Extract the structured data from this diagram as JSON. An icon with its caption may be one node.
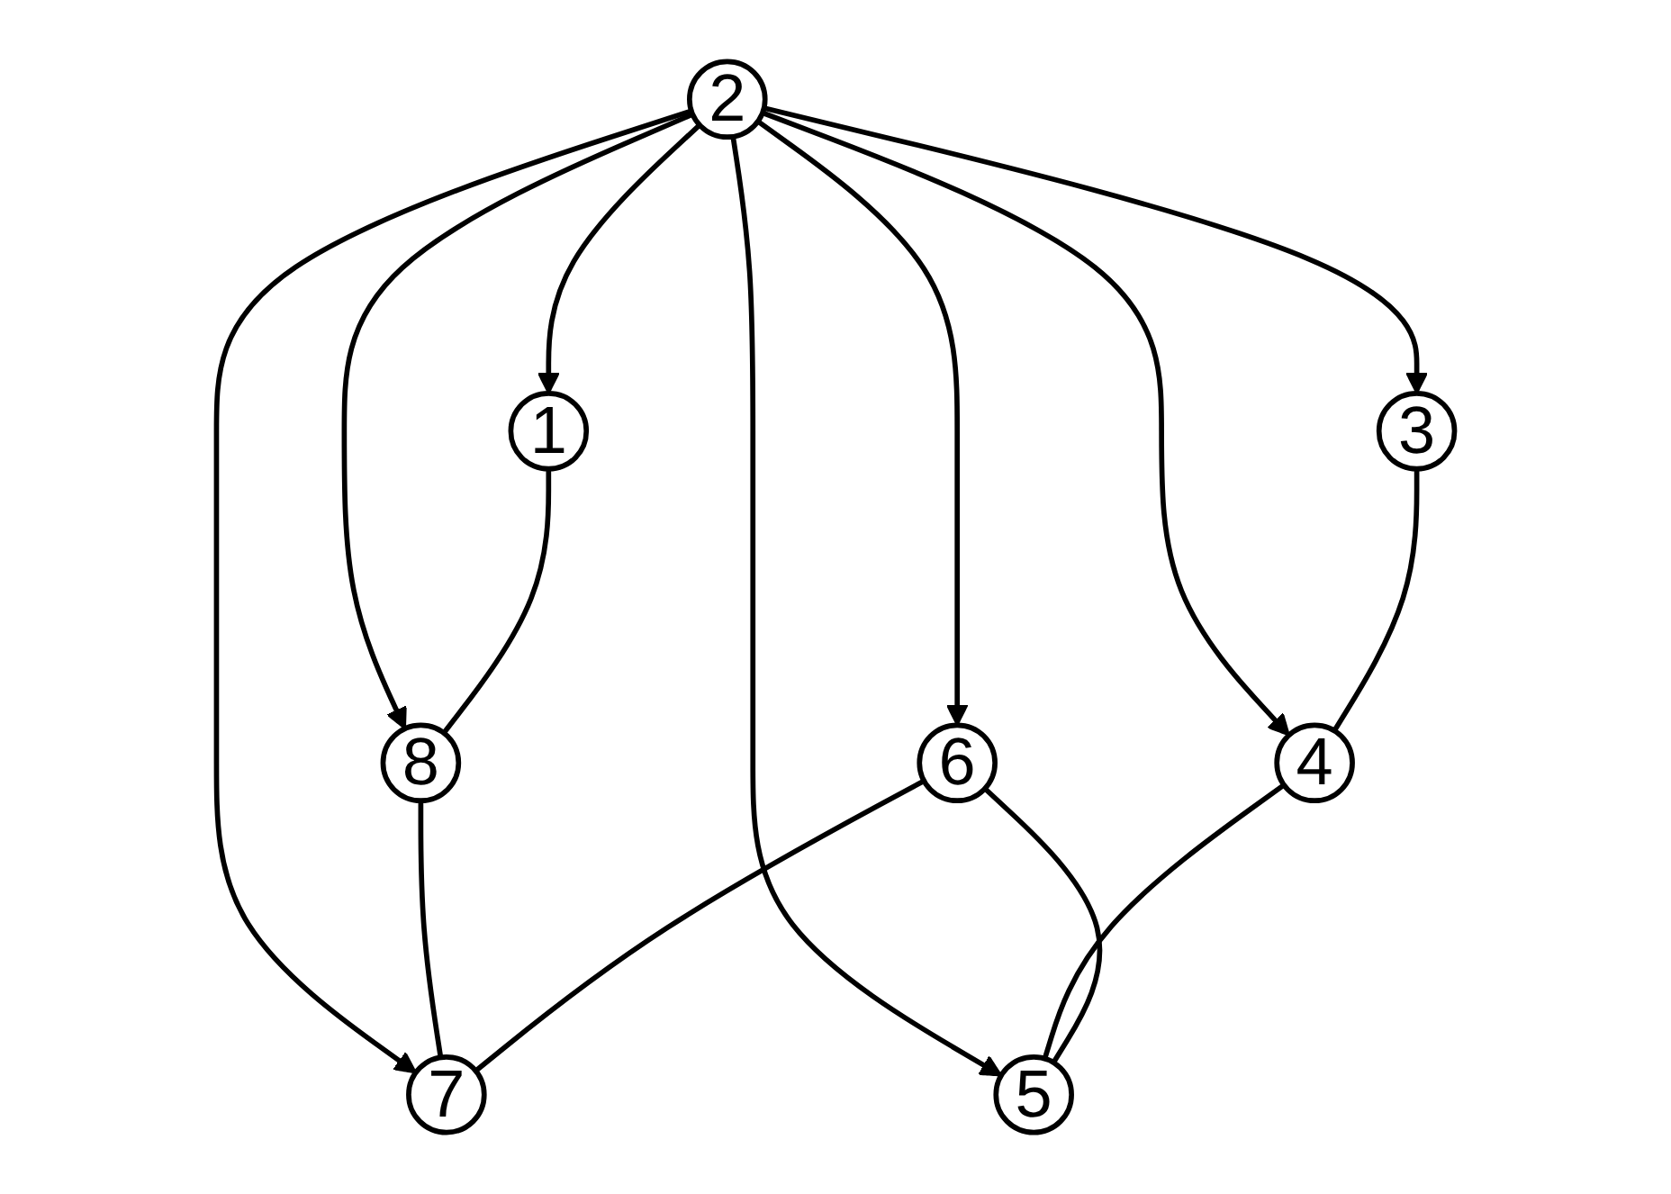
{
  "diagram": {
    "nodes": [
      {
        "text": [
          "1"
        ]
      },
      {
        "text": [
          "2"
        ]
      },
      {
        "text": [
          "3"
        ]
      },
      {
        "text": [
          "8"
        ]
      },
      {
        "text": [
          "4"
        ]
      },
      {
        "text": [
          "7"
        ]
      },
      {
        "text": [
          "6"
        ]
      },
      {
        "text": [
          "5"
        ]
      }
    ],
    "edges": [
      {
        "from": 1,
        "to": 0,
        "arrow": "to"
      },
      {
        "from": 1,
        "to": 2,
        "arrow": "to"
      },
      {
        "from": 1,
        "to": 3,
        "arrow": "to"
      },
      {
        "from": 1,
        "to": 5,
        "arrow": "to"
      },
      {
        "from": 1,
        "to": 6,
        "arrow": "to"
      },
      {
        "from": 1,
        "to": 7,
        "arrow": "to"
      },
      {
        "from": 1,
        "to": 4,
        "arrow": "to"
      },
      {
        "from": 0,
        "to": 3,
        "arrow": "none"
      },
      {
        "from": 3,
        "to": 5,
        "arrow": "none"
      },
      {
        "from": 2,
        "to": 4,
        "arrow": "none"
      },
      {
        "from": 4,
        "to": 7,
        "arrow": "none"
      },
      {
        "from": 6,
        "to": 5,
        "arrow": "none"
      },
      {
        "from": 6,
        "to": 7,
        "arrow": "none"
      }
    ]
  }
}
